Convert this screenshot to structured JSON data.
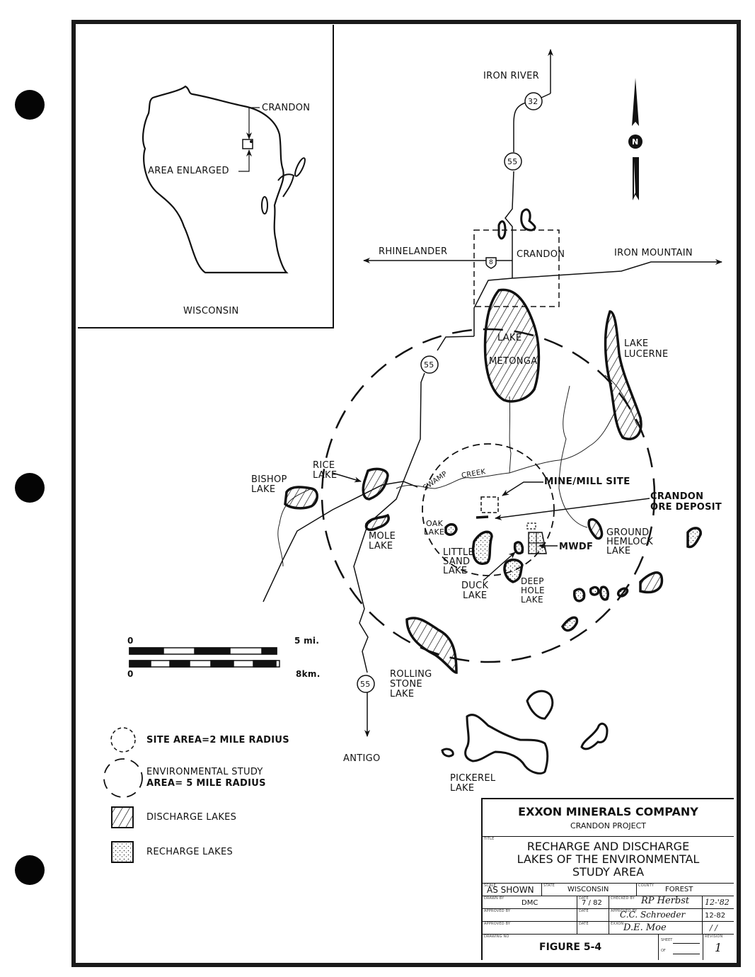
{
  "inset": {
    "state_label": "WISCONSIN",
    "crandon_label": "CRANDON",
    "area_enlarged_label": "AREA ENLARGED"
  },
  "places": {
    "iron_river": "IRON RIVER",
    "rhinelander": "RHINELANDER",
    "crandon": "CRANDON",
    "iron_mountain": "IRON MOUNTAIN",
    "antigo": "ANTIGO"
  },
  "routes": {
    "hwy32": "32",
    "hwy55_north": "55",
    "hwy55_mid": "55",
    "hwy55_south": "55",
    "us8": "8"
  },
  "north_arrow": {
    "letter": "N"
  },
  "lakes": {
    "metonga": [
      "LAKE",
      "METONGA"
    ],
    "lucerne": [
      "LAKE",
      "LUCERNE"
    ],
    "rice": [
      "RICE",
      "LAKE"
    ],
    "bishop": [
      "BISHOP",
      "LAKE"
    ],
    "mole": [
      "MOLE",
      "LAKE"
    ],
    "oak": [
      "OAK",
      "LAKE"
    ],
    "little_sand": [
      "LITTLE",
      "SAND",
      "LAKE"
    ],
    "duck": [
      "DUCK",
      "LAKE"
    ],
    "deep_hole": [
      "DEEP",
      "HOLE",
      "LAKE"
    ],
    "ground_hemlock": [
      "GROUND",
      "HEMLOCK",
      "LAKE"
    ],
    "rolling_stone": [
      "ROLLING",
      "STONE",
      "LAKE"
    ],
    "pickerel": [
      "PICKEREL",
      "LAKE"
    ]
  },
  "features": {
    "swamp": "SWAMP",
    "creek": "CREEK",
    "mine_mill_site": "MINE/MILL SITE",
    "ore_deposit": [
      "CRANDON",
      "ORE DEPOSIT"
    ],
    "mwdf": "MWDF"
  },
  "scale_bar": {
    "mi_start": "0",
    "mi_end": "5 mi.",
    "km_start": "0",
    "km_end": "8km."
  },
  "legend": [
    {
      "symbol": "small-dashed-circle",
      "label": "SITE AREA=2 MILE RADIUS"
    },
    {
      "symbol": "large-dashed-circle",
      "label": [
        "ENVIRONMENTAL STUDY",
        "AREA= 5 MILE RADIUS"
      ]
    },
    {
      "symbol": "hatched-square",
      "label": "DISCHARGE LAKES"
    },
    {
      "symbol": "stippled-square",
      "label": "RECHARGE LAKES"
    }
  ],
  "title_block": {
    "company": "EXXON MINERALS COMPANY",
    "project": "CRANDON PROJECT",
    "title_caption": "TITLE",
    "title": [
      "RECHARGE AND DISCHARGE",
      "LAKES OF THE ENVIRONMENTAL",
      "STUDY AREA"
    ],
    "scale_caption": "SCALE",
    "scale": "AS SHOWN",
    "state_caption": "STATE",
    "state": "WISCONSIN",
    "county_caption": "COUNTY",
    "county": "FOREST",
    "drawn_by_caption": "DRAWN BY",
    "drawn_by": "DMC",
    "date_caption": "DATE",
    "drawn_date": "7 / 82",
    "checked_by_caption": "CHECKED BY",
    "checked_by": "RP Herbst",
    "checked_date": "12-'82",
    "approved_by_caption": "APPROVED BY",
    "approved_by_2_caption": "APPROVED BY",
    "approved_by_2": "C.C. Schroeder",
    "approved_date": "12-82",
    "exxon_caption": "EXXON",
    "exxon": "D.E. Moe",
    "exxon_date": "/ /",
    "drawing_no_caption": "DRAWING NO",
    "figure": "FIGURE 5-4",
    "sheet_caption": "SHEET",
    "of_caption": "OF",
    "revision_caption": "REVISION",
    "revision": "1"
  }
}
